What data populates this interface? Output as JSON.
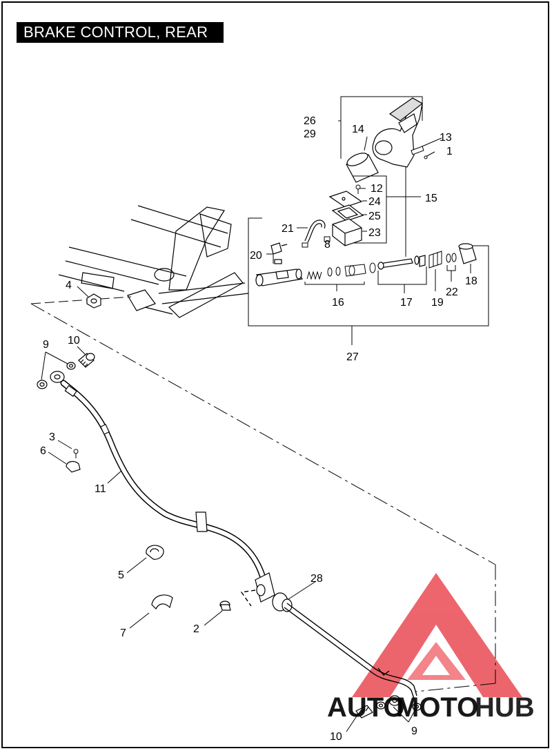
{
  "title": "BRAKE CONTROL, REAR",
  "callouts": {
    "c1": "1",
    "c2": "2",
    "c3": "3",
    "c4": "4",
    "c5": "5",
    "c6": "6",
    "c7": "7",
    "c8": "8",
    "c9a": "9",
    "c9b": "9",
    "c10a": "10",
    "c10b": "10",
    "c11": "11",
    "c12": "12",
    "c13": "13",
    "c14": "14",
    "c15": "15",
    "c16": "16",
    "c17": "17",
    "c18": "18",
    "c19": "19",
    "c20": "20",
    "c21": "21",
    "c22": "22",
    "c23": "23",
    "c24": "24",
    "c25": "25",
    "c26": "26",
    "c27": "27",
    "c28": "28",
    "c29": "29"
  },
  "watermark": {
    "text_a": "AUTO",
    "text_b": "MOTO",
    "text_c": "HUB",
    "color_a": "#f3a64a",
    "color_c": "#6a6a6a",
    "logo_color": "#e8323c"
  },
  "colors": {
    "line": "#000000",
    "background": "#ffffff"
  }
}
